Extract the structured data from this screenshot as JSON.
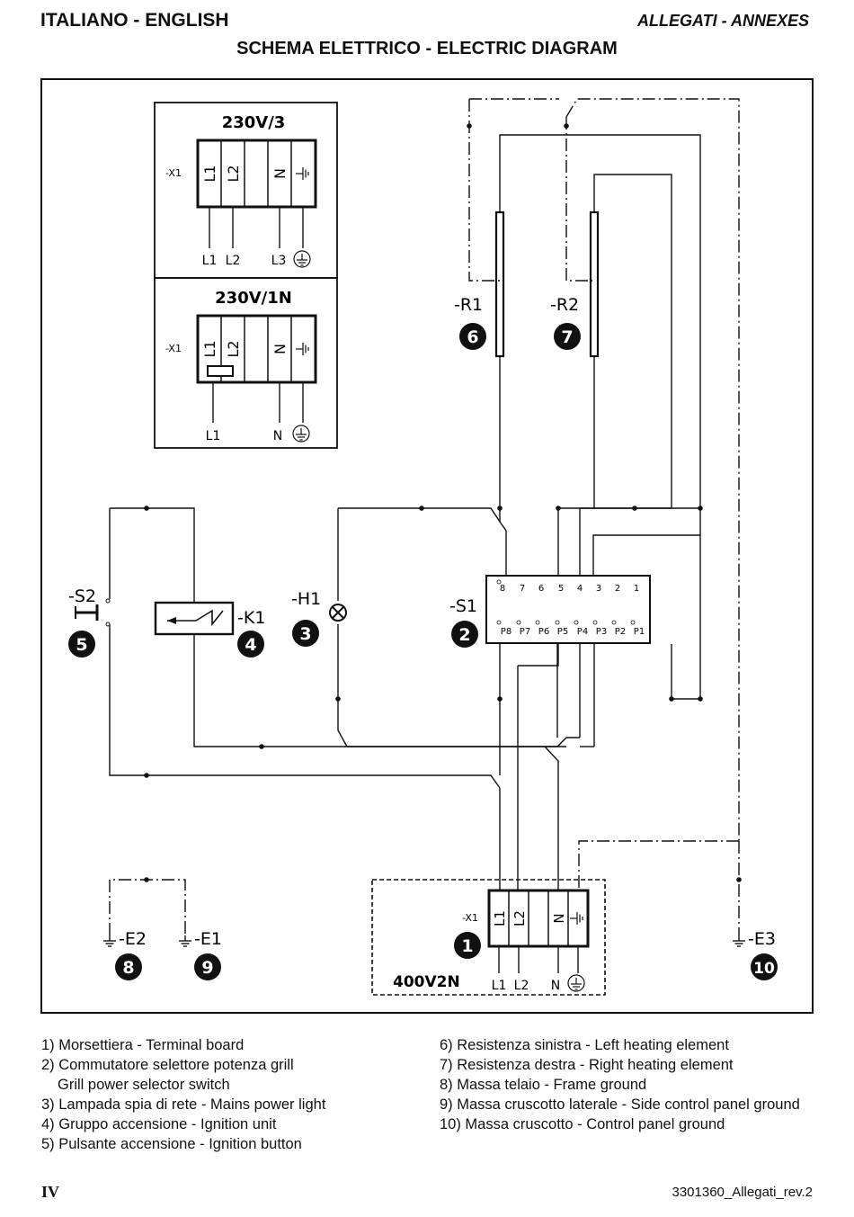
{
  "header": {
    "left": "ITALIANO - ENGLISH",
    "right": "ALLEGATI - ANNEXES"
  },
  "title": "SCHEMA ELETTRICO - ELECTRIC DIAGRAM",
  "diagram": {
    "box_3ph": {
      "voltage": "230V/3",
      "x1": "-X1",
      "terminals": [
        "L1",
        "L2",
        "N"
      ],
      "bottom": [
        "L1",
        "L2",
        "L3"
      ]
    },
    "box_1ph": {
      "voltage": "230V/1N",
      "x1": "-X1",
      "terminals": [
        "L1",
        "L2",
        "N"
      ],
      "bottom": [
        "L1",
        "N"
      ]
    },
    "r1": {
      "tag": "-R1",
      "num": "6"
    },
    "r2": {
      "tag": "-R2",
      "num": "7"
    },
    "s2": {
      "tag": "-S2",
      "num": "5"
    },
    "k1": {
      "tag": "-K1",
      "num": "4"
    },
    "h1": {
      "tag": "-H1",
      "num": "3"
    },
    "s1": {
      "tag": "-S1",
      "num": "2",
      "top": [
        "8",
        "7",
        "6",
        "5",
        "4",
        "3",
        "2",
        "1"
      ],
      "bottom": [
        "P8",
        "P7",
        "P6",
        "P5",
        "P4",
        "P3",
        "P2",
        "P1"
      ]
    },
    "e2": {
      "tag": "-E2",
      "num": "8"
    },
    "e1": {
      "tag": "-E1",
      "num": "9"
    },
    "e3": {
      "tag": "-E3",
      "num": "10"
    },
    "main": {
      "x1": "-X1",
      "num": "1",
      "voltage": "400V2N",
      "terminals": [
        "L1",
        "L2",
        "N"
      ],
      "bottom": [
        "L1",
        "L2",
        "N"
      ]
    }
  },
  "legend": {
    "left": [
      "1) Morsettiera - Terminal board",
      "2) Commutatore selettore potenza grill",
      "Grill power selector switch",
      "3) Lampada spia di rete - Mains power light",
      "4) Gruppo accensione - Ignition unit",
      "5) Pulsante accensione - Ignition button"
    ],
    "right": [
      "6) Resistenza sinistra - Left heating element",
      "7) Resistenza destra - Right heating element",
      "8) Massa telaio - Frame ground",
      "9) Massa cruscotto laterale - Side control panel ground",
      "10) Massa cruscotto - Control panel ground"
    ]
  },
  "footer": {
    "left": "IV",
    "right": "3301360_Allegati_rev.2"
  }
}
